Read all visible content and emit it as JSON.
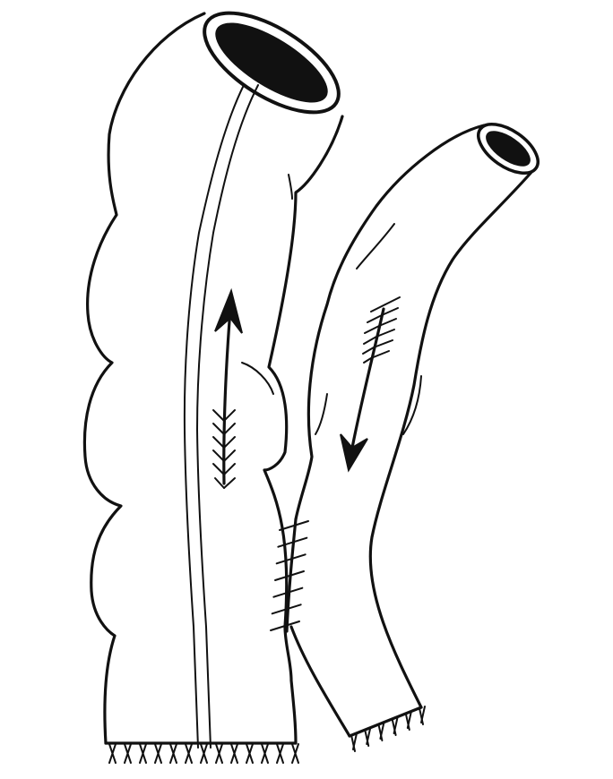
{
  "diagram": {
    "vessels": [
      {
        "name": "large-vessel"
      },
      {
        "name": "small-vessel"
      }
    ],
    "arrows": [
      {
        "vessel": "large-vessel",
        "direction": "up"
      },
      {
        "vessel": "small-vessel",
        "direction": "down"
      }
    ],
    "sutures": {
      "count": 7
    },
    "colors": {
      "line": "#111111",
      "background": "#ffffff"
    }
  }
}
